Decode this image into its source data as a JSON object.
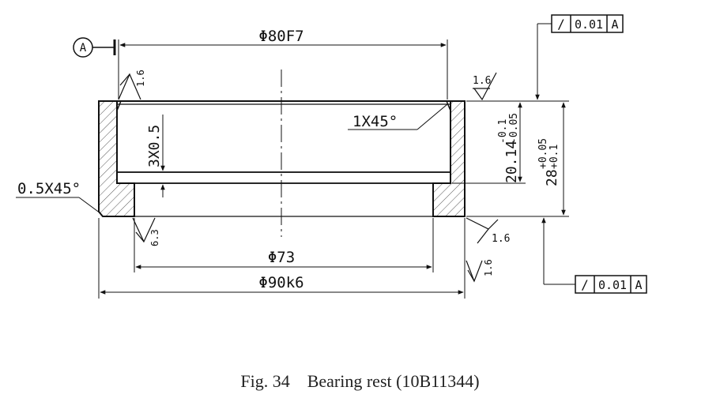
{
  "figure": {
    "caption": "Fig. 34    Bearing rest (10B11344)"
  },
  "datum": {
    "label": "A"
  },
  "dimensions": {
    "bore_diameter": "Φ80F7",
    "step_diameter": "Φ73",
    "outer_diameter": "Φ90k6",
    "inner_chamfer": "1X45°",
    "outer_chamfer": "0.5X45°",
    "groove": "3X0.5",
    "height_inner": "20.14",
    "height_inner_tol_upper": "-0.1",
    "height_inner_tol_lower": "-0.05",
    "height_total": "28",
    "height_total_tol_upper": "+0.05",
    "height_total_tol_lower": "+0.1"
  },
  "tolerance_frames": {
    "top": {
      "symbol": "/",
      "value": "0.01",
      "datum": "A"
    },
    "bottom": {
      "symbol": "/",
      "value": "0.01",
      "datum": "A"
    }
  },
  "surface_finish": {
    "left_top": "1.6",
    "top_right": "1.6",
    "bore_bottom": "6.3",
    "right_middle": "1.6",
    "right_lower": "1.6"
  },
  "colors": {
    "line": "#111111",
    "hatch": "#555555",
    "background": "#ffffff"
  }
}
